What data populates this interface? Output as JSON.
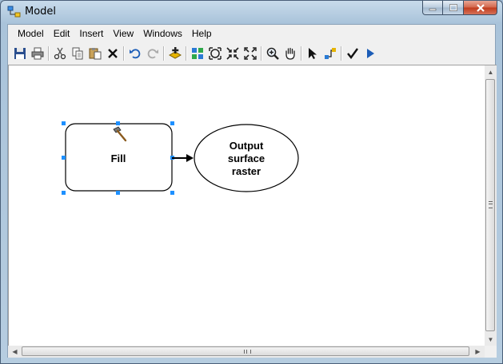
{
  "window": {
    "title": "Model"
  },
  "menu": [
    "Model",
    "Edit",
    "Insert",
    "View",
    "Windows",
    "Help"
  ],
  "toolbar": [
    {
      "name": "save-icon"
    },
    {
      "name": "print-icon"
    },
    {
      "sep": true
    },
    {
      "name": "cut-icon"
    },
    {
      "name": "copy-icon"
    },
    {
      "name": "paste-icon"
    },
    {
      "name": "delete-icon"
    },
    {
      "sep": true
    },
    {
      "name": "undo-icon"
    },
    {
      "name": "redo-icon"
    },
    {
      "sep": true
    },
    {
      "name": "add-data-icon"
    },
    {
      "sep": true
    },
    {
      "name": "auto-layout-icon"
    },
    {
      "name": "full-extent-icon"
    },
    {
      "name": "fixed-zoom-in-icon"
    },
    {
      "name": "fixed-zoom-out-icon"
    },
    {
      "sep": true
    },
    {
      "name": "zoom-in-icon"
    },
    {
      "name": "pan-icon"
    },
    {
      "sep": true
    },
    {
      "name": "select-icon"
    },
    {
      "name": "connect-icon"
    },
    {
      "sep": true
    },
    {
      "name": "validate-icon"
    },
    {
      "name": "run-icon"
    }
  ],
  "model": {
    "tool": {
      "label": "Fill",
      "icon": "hammer-icon"
    },
    "output": {
      "lines": [
        "Output",
        "surface",
        "raster"
      ]
    }
  },
  "colors": {
    "selection": "#1e90ff",
    "accent": "#1c5db7"
  }
}
